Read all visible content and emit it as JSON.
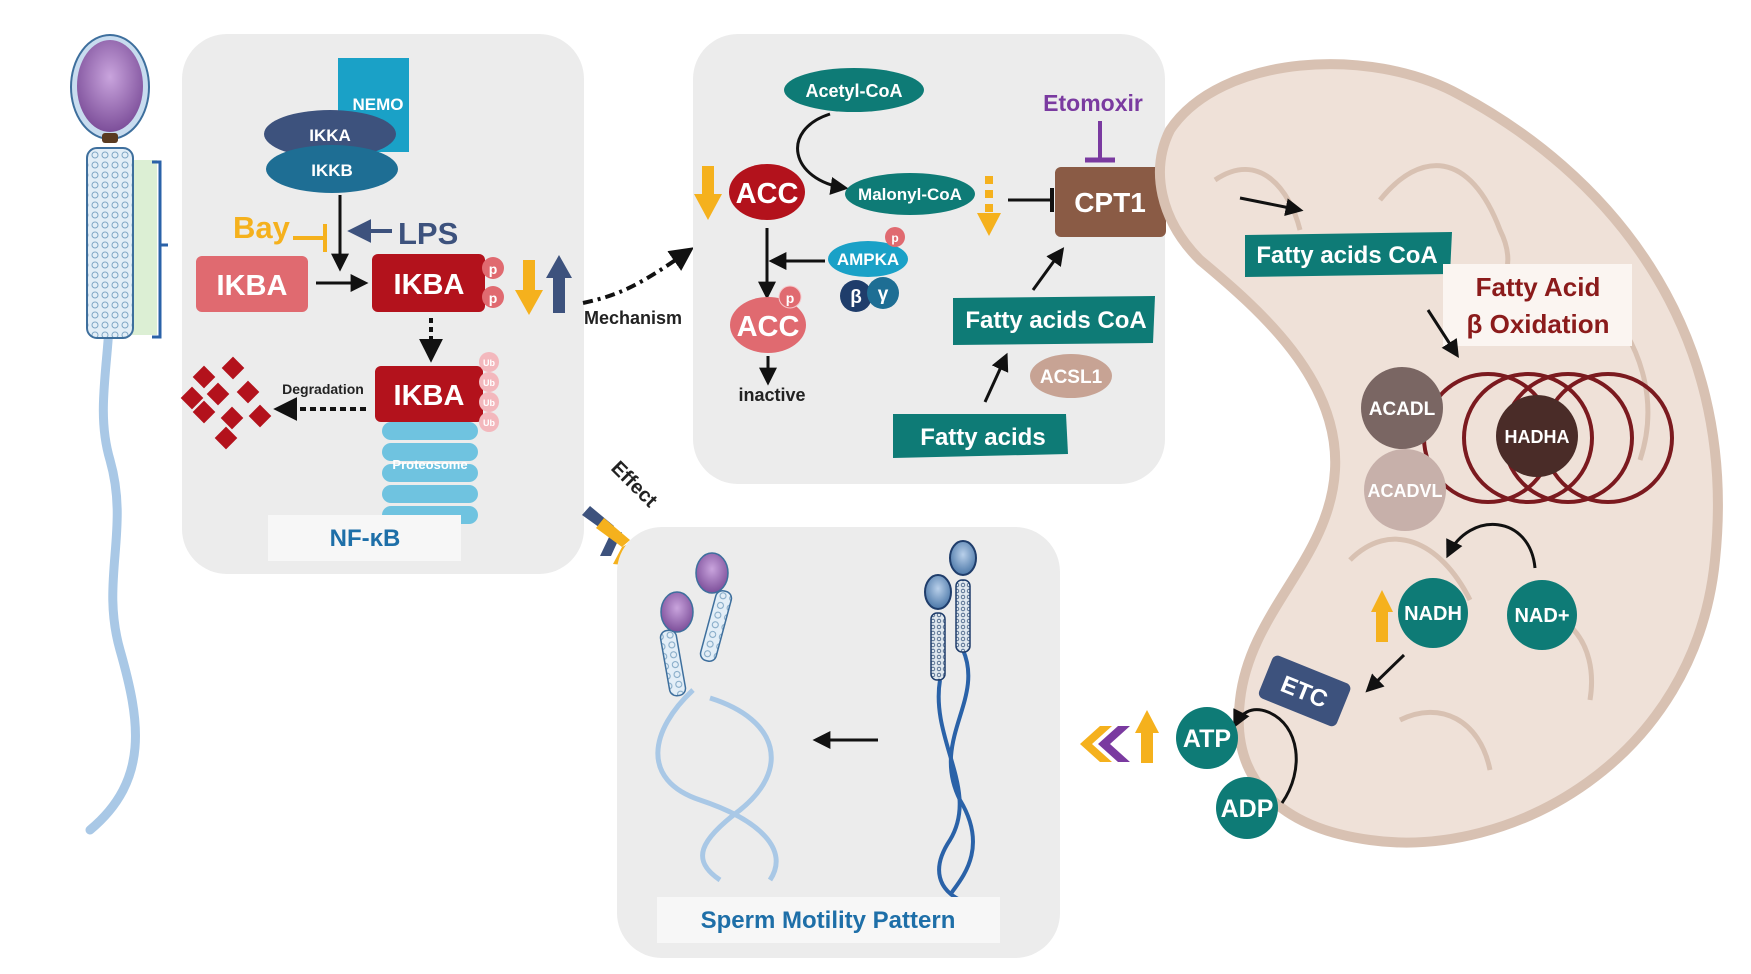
{
  "nfkb": {
    "nemo": "NEMO",
    "ikka": "IKKA",
    "ikkb": "IKKB",
    "bay": "Bay",
    "lps": "LPS",
    "ikba": "IKBA",
    "p": "p",
    "ub": "Ub",
    "degradation": "Degradation",
    "proteasome": "Proteosome",
    "title": "NF-κB"
  },
  "mechanism_label": "Mechanism",
  "effect_label": "Effect",
  "mechanism": {
    "acetyl_coa": "Acetyl-CoA",
    "acc": "ACC",
    "malonyl_coa": "Malonyl-CoA",
    "ampka": "AMPKA",
    "beta": "β",
    "gamma": "γ",
    "p": "p",
    "inactive": "inactive",
    "etomoxir": "Etomoxir",
    "cpt1": "CPT1",
    "fatty_acids_coa": "Fatty acids CoA",
    "acsl1": "ACSL1",
    "fatty_acids": "Fatty acids"
  },
  "mitochondria": {
    "fatty_acids_coa": "Fatty acids CoA",
    "fao_line1": "Fatty Acid",
    "fao_line2": "β Oxidation",
    "acadl": "ACADL",
    "hadha": "HADHA",
    "acadvl": "ACADVL",
    "nadh": "NADH",
    "nad_plus": "NAD+",
    "etc": "ETC",
    "atp": "ATP",
    "adp": "ADP"
  },
  "motility": {
    "title": "Sperm Motility Pattern"
  },
  "colors": {
    "teal": "#0e7b76",
    "dark_red": "#b3121c",
    "pink": "#e06a70",
    "navy": "#3d527d",
    "orange": "#f5b11d",
    "purple": "#7a3aa0",
    "brown": "#8a5b45",
    "panel": "#ececec",
    "mito_fill": "#efe1d8"
  }
}
